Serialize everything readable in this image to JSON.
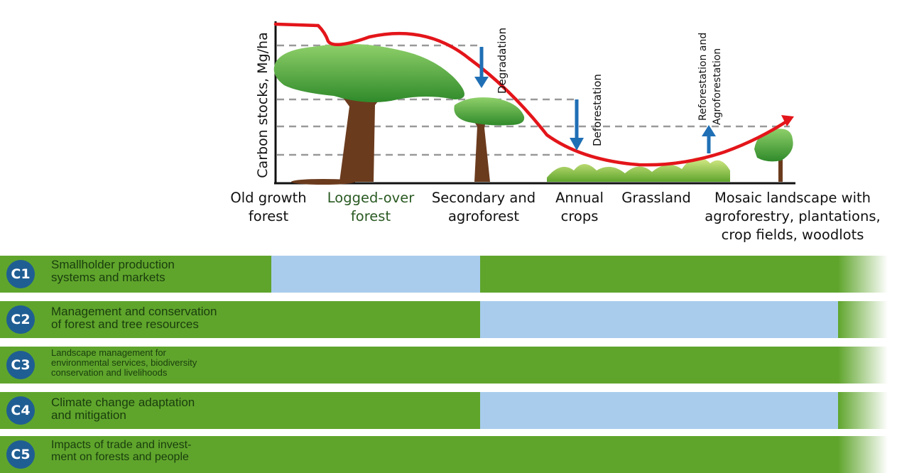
{
  "y_axis_label": "Carbon stocks, Mg/ha",
  "stages": [
    {
      "line1": "Old growth",
      "line2": "forest",
      "color": "#111111"
    },
    {
      "line1": "Logged-over",
      "line2": "forest",
      "color": "#2a5a22"
    },
    {
      "line1": "Secondary and",
      "line2": "agroforest",
      "color": "#111111"
    },
    {
      "line1": "Annual",
      "line2": "crops",
      "color": "#111111"
    },
    {
      "line1": "Grassland",
      "line2": "",
      "color": "#111111"
    },
    {
      "line1": "Mosaic landscape with",
      "line2": "agroforestry, plantations,",
      "line3": "crop fields, woodlots",
      "color": "#111111"
    }
  ],
  "annotations": {
    "degradation": "Degradation",
    "deforestation": "Deforestation",
    "reforestation": "Reforestation and",
    "reforestation2": "Agroforestation"
  },
  "programs": [
    {
      "code": "C1",
      "title": "Smallholder production\nsystems and markets",
      "segments": [
        "green",
        "blue",
        "green",
        "green",
        "green"
      ]
    },
    {
      "code": "C2",
      "title": "Management and conservation\nof forest and tree resources",
      "segments": [
        "green",
        "green",
        "blue",
        "blue",
        "green"
      ]
    },
    {
      "code": "C3",
      "title": "Landscape management for\nenvironmental services, biodiversity\nconservation and livelihoods",
      "segments": [
        "green",
        "green",
        "green",
        "green",
        "green"
      ]
    },
    {
      "code": "C4",
      "title": "Climate change adaptation\nand mitigation",
      "segments": [
        "green",
        "green",
        "blue",
        "blue",
        "green"
      ]
    },
    {
      "code": "C5",
      "title": "Impacts of trade and invest-\nment on forests and people",
      "segments": [
        "green",
        "green",
        "green",
        "green",
        "green"
      ]
    }
  ],
  "colors": {
    "curve": "#e3151a",
    "arrow": "#1f6fb5",
    "badge": "#1f5e93",
    "bar_green": "#5fa52c",
    "bar_blue": "#a9ccec",
    "dashes": "#999999"
  }
}
